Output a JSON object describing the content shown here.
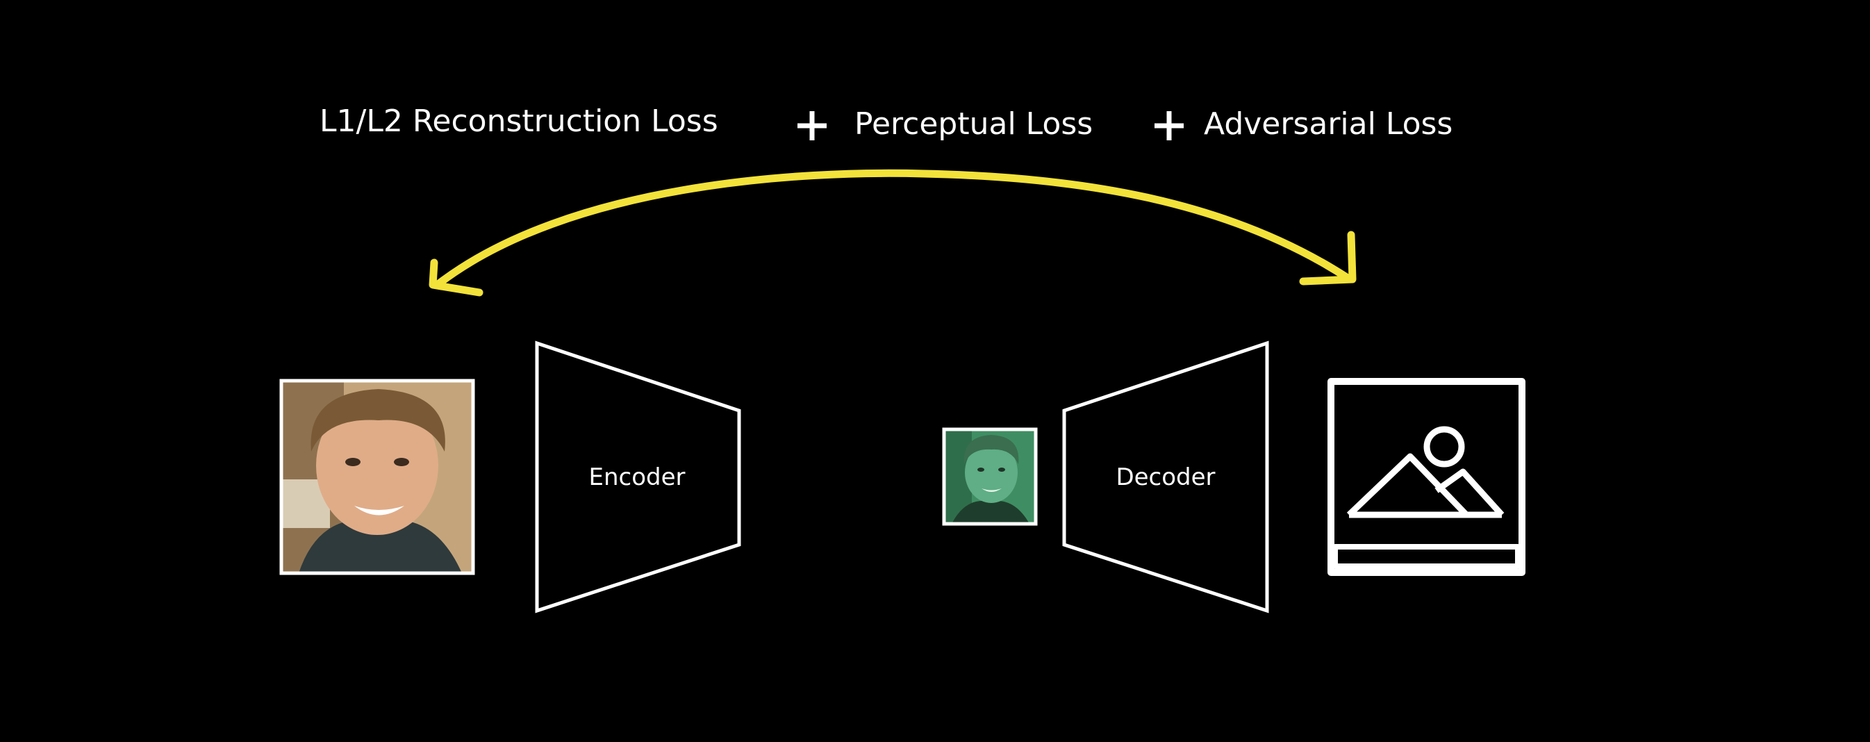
{
  "losses": {
    "term1": "L1/L2 Reconstruction Loss",
    "term2": "Perceptual Loss",
    "term3": "Adversarial Loss"
  },
  "encoder": {
    "label": "Encoder"
  },
  "decoder": {
    "label": "Decoder"
  },
  "colors": {
    "background": "#000000",
    "foreground": "#ffffff",
    "arrow": "#f2e23a"
  },
  "icons": {
    "input": "face-photo",
    "latent": "small-face-thumbnail",
    "output": "image-placeholder-icon",
    "loss-link": "double-headed-curved-arrow"
  }
}
